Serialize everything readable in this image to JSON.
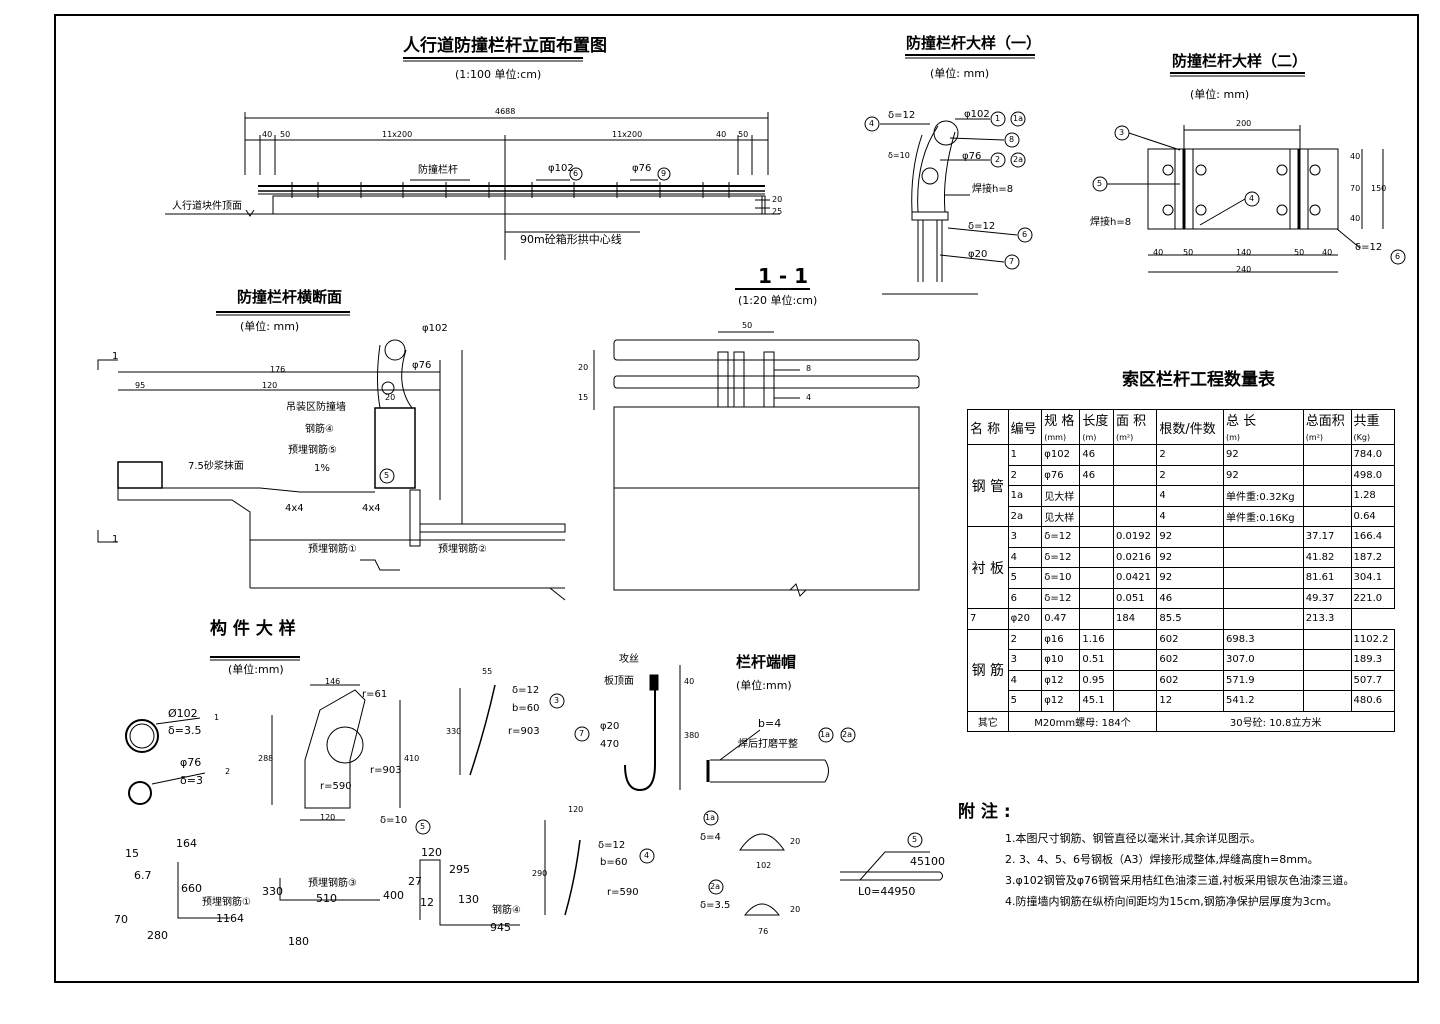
{
  "drawing": {
    "elevation": {
      "title": "人行道防撞栏杆立面布置图",
      "scale": "(1:100 单位:cm)",
      "total_dim": "4688",
      "dims": [
        "40",
        "50",
        "11x200",
        "11x200",
        "40",
        "50"
      ],
      "rail_label": "防撞栏杆",
      "pipe102_label": "φ102",
      "pipe76_label": "φ76",
      "tag6": "6",
      "tag9": "9",
      "deck_label": "人行道块件顶面",
      "arch_label": "90m砼箱形拱中心线",
      "side_dims": [
        "20",
        "25"
      ]
    },
    "detail1": {
      "title": "防撞栏杆大样（一）",
      "unit": "(单位: mm)",
      "labels": [
        "φ102",
        "δ=12",
        "φ76",
        "焊接h=8",
        "δ=12",
        "φ20",
        "δ=10"
      ],
      "tags": [
        "1",
        "1a",
        "8",
        "2",
        "2a",
        "4",
        "6",
        "7"
      ]
    },
    "detail2": {
      "title": "防撞栏杆大样（二）",
      "unit": "(单位: mm)",
      "top_dim": "200",
      "bottom_dims": [
        "40",
        "50",
        "140",
        "50",
        "40"
      ],
      "total_dim": "240",
      "side_dims": [
        "40",
        "70",
        "40",
        "150"
      ],
      "weld": "焊接h=8",
      "delta": "δ=12",
      "tags": [
        "3",
        "5",
        "4",
        "6"
      ]
    },
    "section": {
      "title": "防撞栏杆横断面",
      "unit": "(单位: mm)",
      "cut": "1",
      "labels": [
        "φ102",
        "φ76",
        "吊装区防撞墙",
        "钢筋④",
        "预埋钢筋⑤",
        "1%",
        "7.5砂浆抹面",
        "4x4",
        "4x4",
        "预埋钢筋①",
        "预埋钢筋②"
      ],
      "dims": [
        "176",
        "95",
        "120",
        "20"
      ],
      "tag5": "5"
    },
    "section11": {
      "title": "1 - 1",
      "scale": "(1:20 单位:cm)",
      "dims": [
        "50",
        "20",
        "15"
      ],
      "tags": [
        "8",
        "4"
      ]
    },
    "components": {
      "title": "构 件 大 样",
      "unit": "(单位:mm)",
      "pipe1": {
        "d": "Ø102",
        "t": "δ=3.5",
        "tag": "1"
      },
      "pipe2": {
        "d": "φ76",
        "t": "δ=3",
        "tag": "2"
      },
      "plate5": {
        "labels": [
          "r=61",
          "r=903",
          "r=590",
          "δ=10"
        ],
        "dims": [
          "146",
          "120",
          "288",
          "410"
        ],
        "tag": "5"
      },
      "plate3": {
        "labels": [
          "δ=12",
          "b=60",
          "r=903"
        ],
        "dims": [
          "55",
          "330"
        ],
        "tag": "3"
      },
      "plate4": {
        "labels": [
          "δ=12",
          "b=60",
          "r=590"
        ],
        "dims": [
          "120",
          "290"
        ],
        "tag": "4"
      },
      "bolt": {
        "labels": [
          "攻丝",
          "板顶面",
          "φ20",
          "470"
        ],
        "dims": [
          "40",
          "380"
        ],
        "tag": "7"
      },
      "bar1": {
        "labels": [
          "15",
          "6.7",
          "164",
          "660",
          "70",
          "280",
          "1164"
        ],
        "name": "预埋钢筋①"
      },
      "bar3": {
        "labels": [
          "330",
          "510",
          "180"
        ],
        "name": "预埋钢筋③"
      },
      "bar4": {
        "labels": [
          "120",
          "295",
          "27",
          "12",
          "400",
          "130",
          "945"
        ],
        "name": "钢筋④"
      },
      "cap": {
        "title": "栏杆端帽",
        "unit": "(单位:mm)",
        "labels": [
          "b=4",
          "焊后打磨平整"
        ],
        "tags": [
          "1a",
          "2a"
        ]
      },
      "cap1a": {
        "tag": "1a",
        "t": "δ=4",
        "dims": [
          "102",
          "20"
        ]
      },
      "cap2a": {
        "tag": "2a",
        "t": "δ=3.5",
        "dims": [
          "76",
          "20"
        ]
      },
      "bar5": {
        "tag": "5",
        "len": "45100",
        "lo": "L0=44950"
      }
    },
    "table": {
      "title": "索区栏杆工程数量表",
      "headers": [
        "名 称",
        "编号",
        "规 格",
        "长度",
        "面 积",
        "根数/件数",
        "总 长",
        "总面积",
        "共重"
      ],
      "units": [
        "",
        "",
        "(mm)",
        "(m)",
        "(m²)",
        "",
        "(m)",
        "(m²)",
        "(Kg)"
      ],
      "groups": [
        "钢 管",
        "衬 板",
        "钢 筋"
      ],
      "rows": [
        [
          "1",
          "φ102",
          "46",
          "",
          "2",
          "92",
          "",
          "784.0"
        ],
        [
          "2",
          "φ76",
          "46",
          "",
          "2",
          "92",
          "",
          "498.0"
        ],
        [
          "1a",
          "见大样",
          "",
          "",
          "4",
          "单件重:0.32Kg",
          "",
          "1.28"
        ],
        [
          "2a",
          "见大样",
          "",
          "",
          "4",
          "单件重:0.16Kg",
          "",
          "0.64"
        ],
        [
          "3",
          "δ=12",
          "",
          "0.0192",
          "92",
          "",
          "37.17",
          "166.4"
        ],
        [
          "4",
          "δ=12",
          "",
          "0.0216",
          "92",
          "",
          "41.82",
          "187.2"
        ],
        [
          "5",
          "δ=10",
          "",
          "0.0421",
          "92",
          "",
          "81.61",
          "304.1"
        ],
        [
          "6",
          "δ=12",
          "",
          "0.051",
          "46",
          "",
          "49.37",
          "221.0"
        ],
        [
          "7",
          "φ20",
          "0.47",
          "",
          "184",
          "85.5",
          "",
          "213.3"
        ],
        [
          "2",
          "φ16",
          "1.16",
          "",
          "602",
          "698.3",
          "",
          "1102.2"
        ],
        [
          "3",
          "φ10",
          "0.51",
          "",
          "602",
          "307.0",
          "",
          "189.3"
        ],
        [
          "4",
          "φ12",
          "0.95",
          "",
          "602",
          "571.9",
          "",
          "507.7"
        ],
        [
          "5",
          "φ12",
          "45.1",
          "",
          "12",
          "541.2",
          "",
          "480.6"
        ]
      ],
      "other_label": "其它",
      "other_a": "M20mm螺母: 184个",
      "other_b": "30号砼: 10.8立方米"
    },
    "notes": {
      "title": "附 注 :",
      "items": [
        "1.本图尺寸钢筋、钢管直径以毫米计,其余详见图示。",
        "2. 3、4、5、6号钢板（A3）焊接形成整体,焊缝高度h=8mm。",
        "3.φ102钢管及φ76钢管采用桔红色油漆三道,衬板采用银灰色油漆三道。",
        "4.防撞墙内钢筋在纵桥向间距均为15cm,钢筋净保护层厚度为3cm。"
      ]
    }
  }
}
